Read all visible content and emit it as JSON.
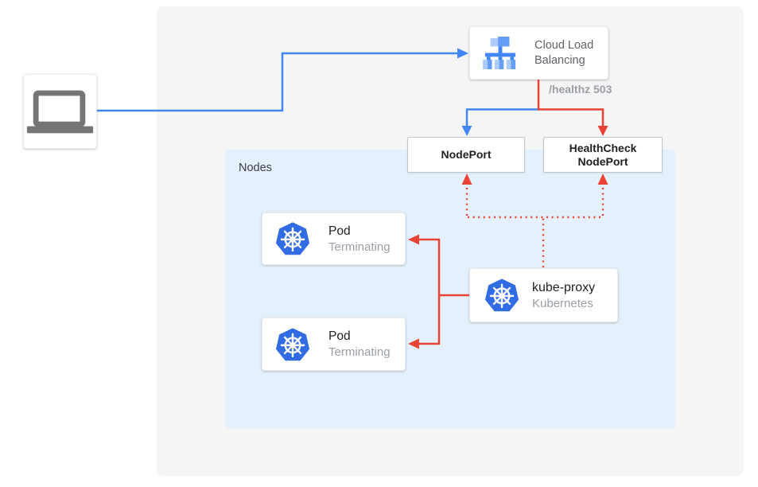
{
  "colors": {
    "blue": "#4285f4",
    "red": "#ea4335",
    "k8s-blue": "#326ce5",
    "icon-blue-medium": "#669df6",
    "icon-blue-light": "#aecbfa",
    "nodes-bg": "#e4f1fc",
    "panel-bg": "#f5f5f6",
    "laptop-gray": "#757575",
    "text-dark": "#202124",
    "text-gray": "#5f6368",
    "text-light-gray": "#9aa0a6"
  },
  "client": {
    "icon": "laptop-icon"
  },
  "load_balancer": {
    "line1": "Cloud Load",
    "line2": "Balancing",
    "icon": "load-balancer-icon"
  },
  "healthz": {
    "label": "/healthz 503"
  },
  "nodeport": {
    "label": "NodePort"
  },
  "healthcheck_nodeport": {
    "line1": "HealthCheck",
    "line2": "NodePort"
  },
  "nodes_group": {
    "label": "Nodes"
  },
  "pods": [
    {
      "title": "Pod",
      "status": "Terminating",
      "icon": "kubernetes-icon"
    },
    {
      "title": "Pod",
      "status": "Terminating",
      "icon": "kubernetes-icon"
    }
  ],
  "kube_proxy": {
    "title": "kube-proxy",
    "subtitle": "Kubernetes",
    "icon": "kubernetes-icon"
  }
}
